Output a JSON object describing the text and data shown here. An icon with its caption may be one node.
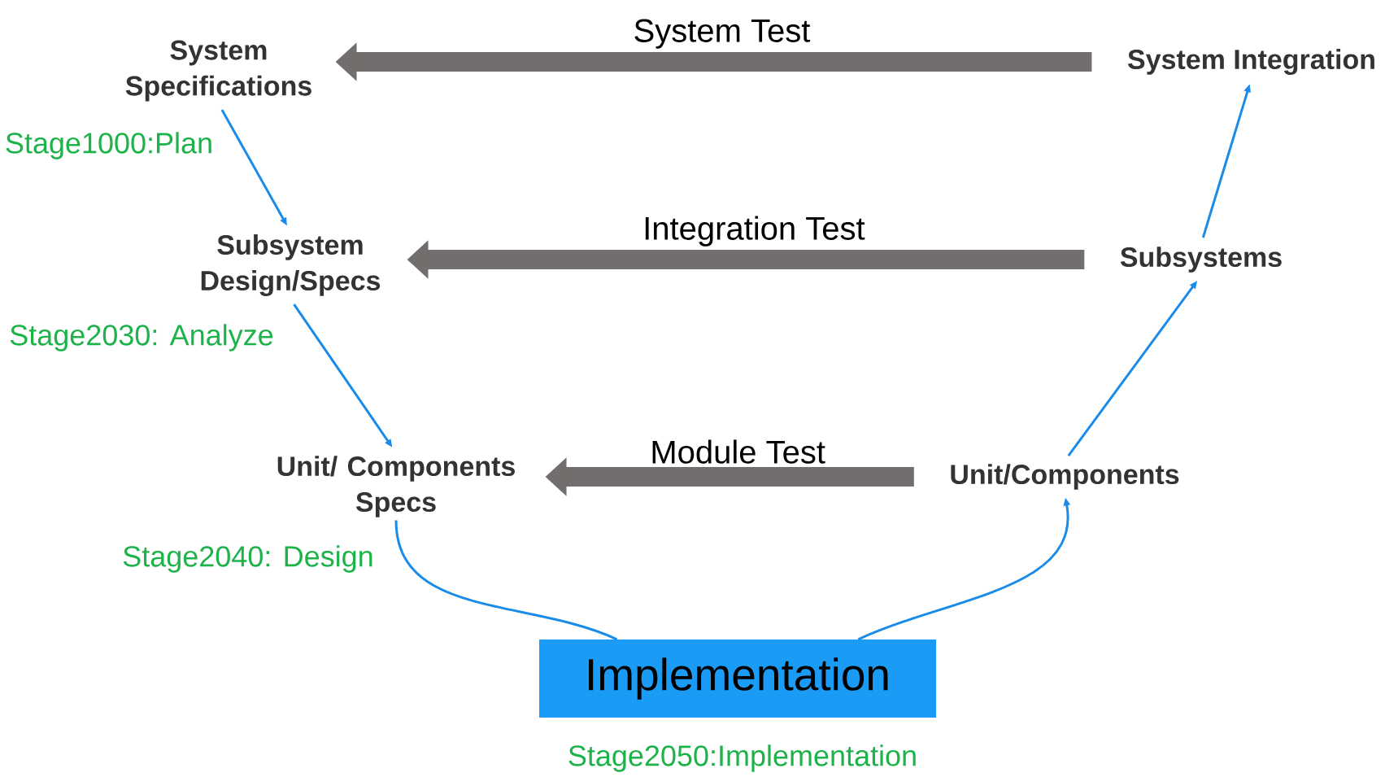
{
  "diagram": {
    "nodes": [
      {
        "text": [
          "System Specifications"
        ],
        "beside": [
          "Stage1000:Plan"
        ]
      },
      {
        "text": [
          "Subsystem Design/Specs"
        ],
        "beside": [
          "Stage2030: Analyze"
        ]
      },
      {
        "text": [
          "Unit/ Components Specs"
        ],
        "beside": [
          "Stage2040: Design"
        ]
      },
      {
        "text": [
          "Implementation"
        ],
        "beside": [
          "Stage2050:Implementation"
        ]
      },
      {
        "text": [
          "Unit/Components"
        ]
      },
      {
        "text": [
          "Subsystems"
        ]
      },
      {
        "text": [
          "System Integration"
        ]
      }
    ],
    "edges": [
      {
        "from": 0,
        "to": 1,
        "arrow": "to"
      },
      {
        "from": 1,
        "to": 2,
        "arrow": "to"
      },
      {
        "from": 2,
        "to": 3,
        "arrow": "none"
      },
      {
        "from": 3,
        "to": 4,
        "arrow": "to"
      },
      {
        "from": 4,
        "to": 5,
        "arrow": "to"
      },
      {
        "from": 5,
        "to": 6,
        "arrow": "to"
      },
      {
        "from": 6,
        "to": 0,
        "arrow": "to",
        "label": "System Test",
        "style": "thick",
        "color": "#726e6d"
      },
      {
        "from": 5,
        "to": 1,
        "arrow": "to",
        "label": "Integration Test",
        "style": "thick",
        "color": "#726e6d"
      },
      {
        "from": 4,
        "to": 2,
        "arrow": "to",
        "label": "Module Test",
        "style": "thick",
        "color": "#726e6d"
      }
    ]
  }
}
